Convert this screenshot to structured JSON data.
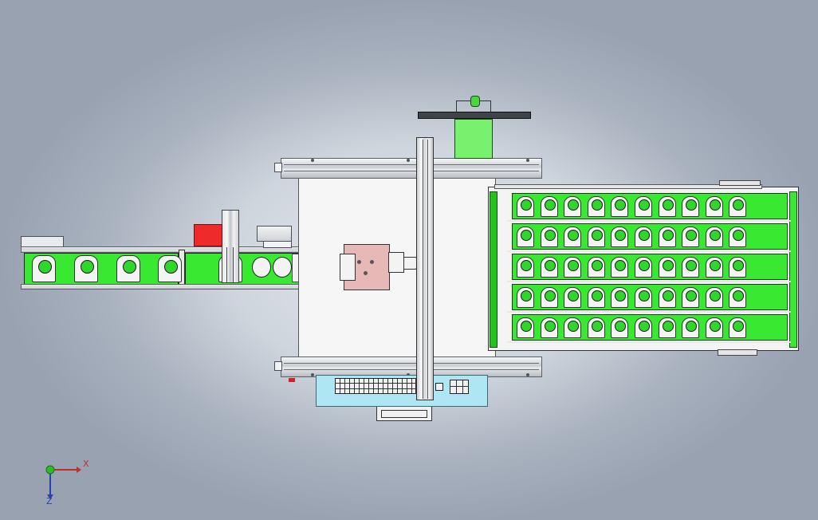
{
  "axes": {
    "x_label": "X",
    "z_label": "Z"
  },
  "colors": {
    "background": "#a9b2bf",
    "tray_green": "#39e830",
    "red_block": "#ef2a2a",
    "panel_cyan": "#aee7f3",
    "fixture_pink": "#e6b9b7",
    "axis_x": "#c0302a",
    "axis_y": "#2fb82a",
    "axis_z": "#2a3fae"
  },
  "tray": {
    "rows": 5,
    "cols": 10
  },
  "conveyor": {
    "pockets": 4
  },
  "icons": [
    "axis-triad-icon"
  ]
}
